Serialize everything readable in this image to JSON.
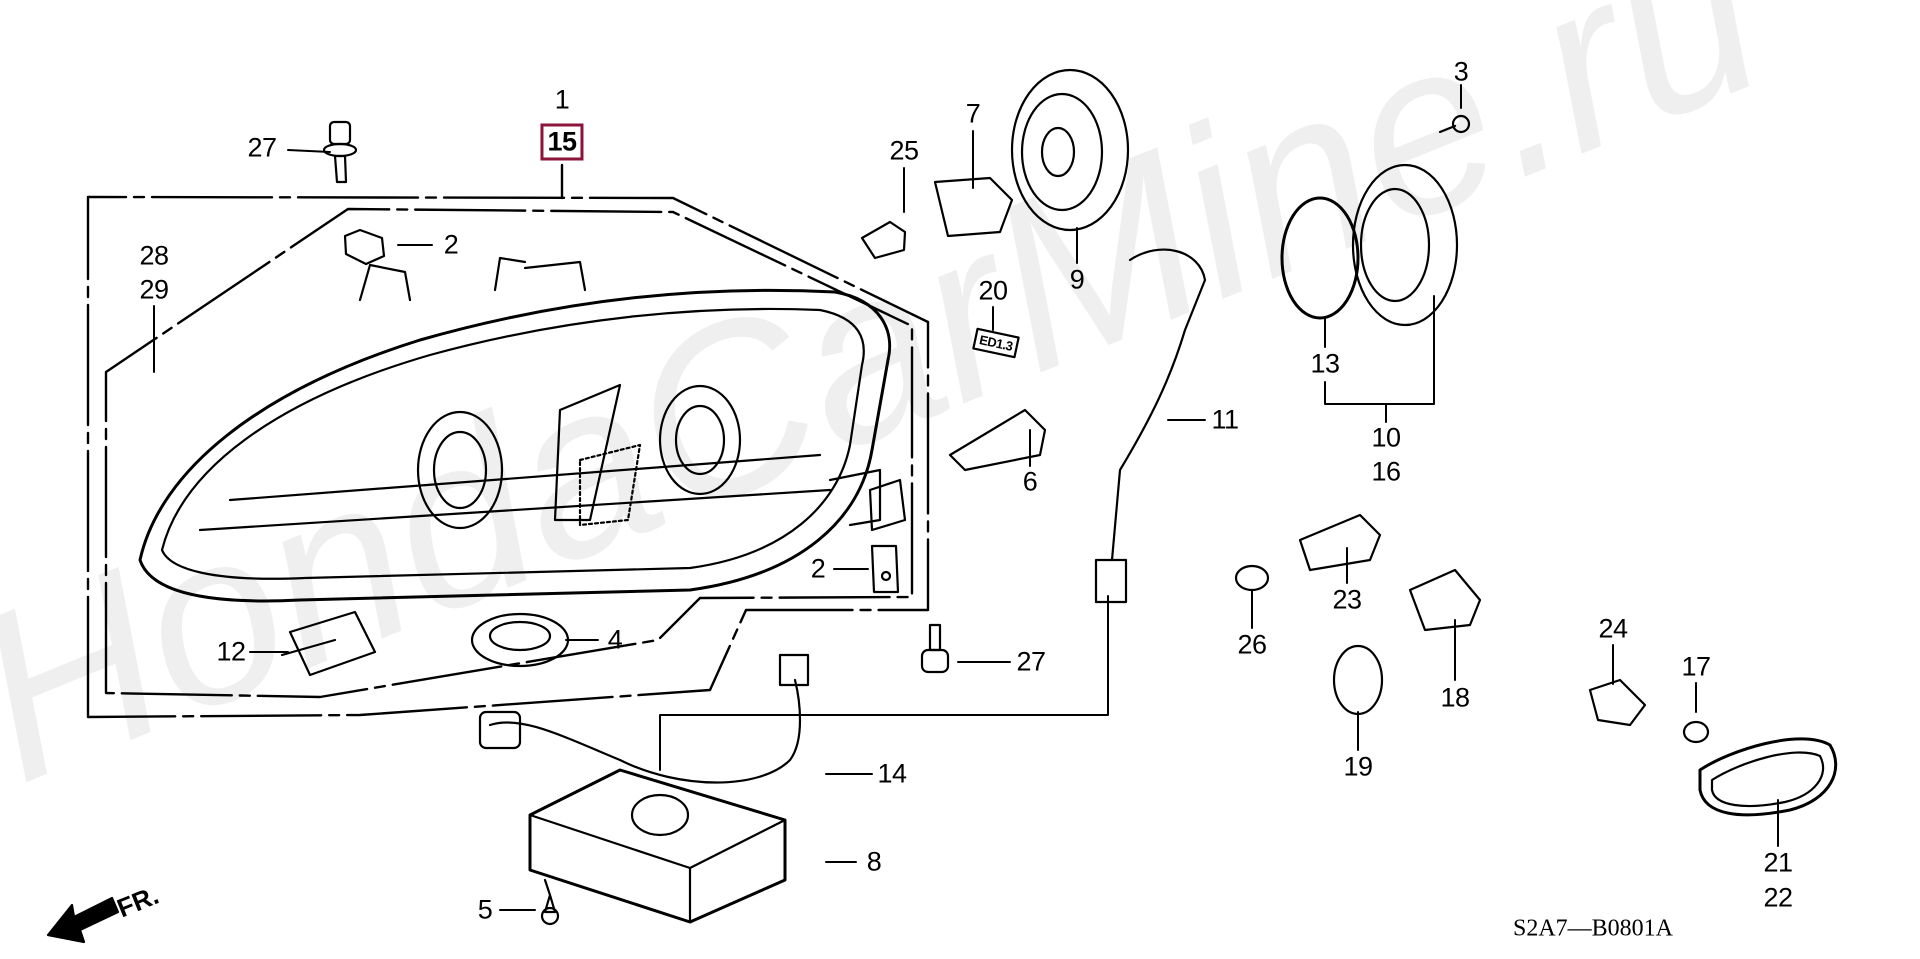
{
  "diagram": {
    "title_code": "S2A7—B0801A",
    "watermark": "HondaCarMine.ru",
    "direction_indicator": "FR.",
    "highlight_color": "#8b1538",
    "callouts": {
      "c1": "1",
      "c15": "15",
      "c27_top": "27",
      "c2_top": "2",
      "c28": "28",
      "c29": "29",
      "c25": "25",
      "c7": "7",
      "c9": "9",
      "c3": "3",
      "c20": "20",
      "c11": "11",
      "c13": "13",
      "c10": "10",
      "c16": "16",
      "c6": "6",
      "c2_right": "2",
      "c4": "4",
      "c12": "12",
      "c27_bottom": "27",
      "c26": "26",
      "c23": "23",
      "c18": "18",
      "c19": "19",
      "c24": "24",
      "c17": "17",
      "c21": "21",
      "c22": "22",
      "c14": "14",
      "c8": "8",
      "c5": "5"
    },
    "label_tag_text": "ED1.3"
  }
}
